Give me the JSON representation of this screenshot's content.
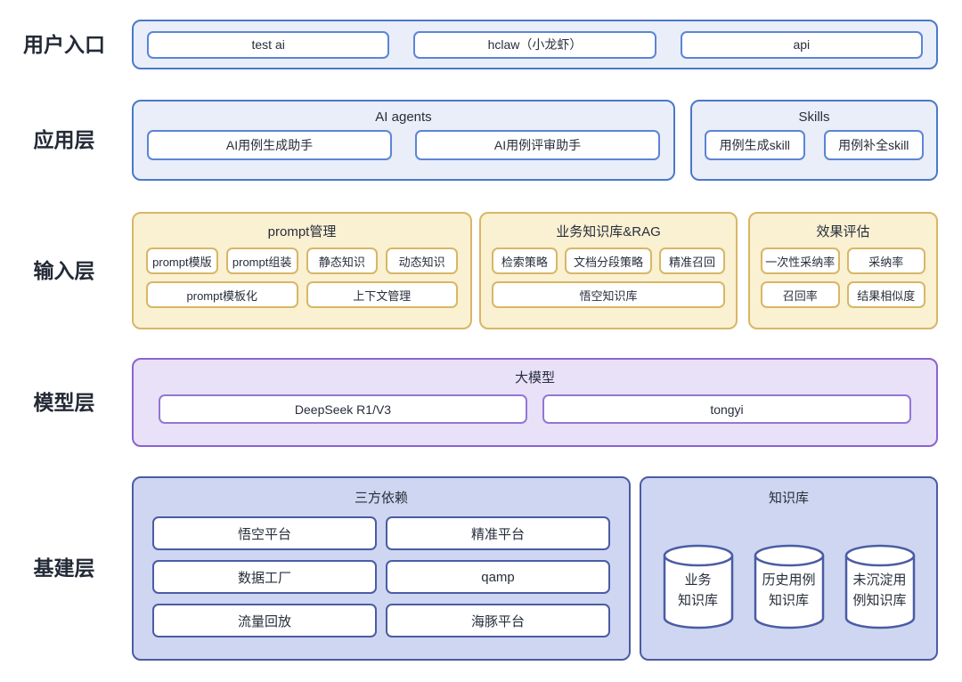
{
  "colors": {
    "blue_fill": "#E9EEF9",
    "blue_border": "#4C78C6",
    "blue_node_border": "#5B85D6",
    "yellow_fill": "#FAF0D2",
    "yellow_border": "#D8B765",
    "purple_fill": "#E9E1F8",
    "purple_border": "#8A63CF",
    "purple_node_border": "#9377D4",
    "periwinkle_fill": "#CED6F1",
    "periwinkle_border": "#4B5CA3",
    "text": "#272E3B",
    "background": "#FFFFFF"
  },
  "layers": [
    {
      "label": "用户入口",
      "entries": [
        "test ai",
        "hclaw（小龙虾）",
        "api"
      ]
    },
    {
      "label": "应用层",
      "agents": {
        "title": "AI agents",
        "items": [
          "AI用例生成助手",
          "AI用例评审助手"
        ]
      },
      "skills": {
        "title": "Skills",
        "items": [
          "用例生成skill",
          "用例补全skill"
        ]
      }
    },
    {
      "label": "输入层",
      "prompt": {
        "title": "prompt管理",
        "row1": [
          "prompt模版",
          "prompt组装",
          "静态知识",
          "动态知识"
        ],
        "row2": [
          "prompt模板化",
          "上下文管理"
        ]
      },
      "rag": {
        "title": "业务知识库&RAG",
        "row1": [
          "检索策略",
          "文档分段策略",
          "精准召回"
        ],
        "row2": [
          "悟空知识库"
        ]
      },
      "eval": {
        "title": "效果评估",
        "row1": [
          "一次性采纳率",
          "采纳率"
        ],
        "row2": [
          "召回率",
          "结果相似度"
        ]
      }
    },
    {
      "label": "模型层",
      "models": {
        "title": "大模型",
        "items": [
          "DeepSeek R1/V3",
          "tongyi"
        ]
      }
    },
    {
      "label": "基建层",
      "deps": {
        "title": "三方依赖",
        "rows": [
          [
            "悟空平台",
            "精准平台"
          ],
          [
            "数据工厂",
            "qamp"
          ],
          [
            "流量回放",
            "海豚平台"
          ]
        ]
      },
      "kb": {
        "title": "知识库",
        "databases": [
          {
            "line1": "业务",
            "line2": "知识库"
          },
          {
            "line1": "历史用例",
            "line2": "知识库"
          },
          {
            "line1": "未沉淀用",
            "line2": "例知识库"
          }
        ]
      }
    }
  ]
}
